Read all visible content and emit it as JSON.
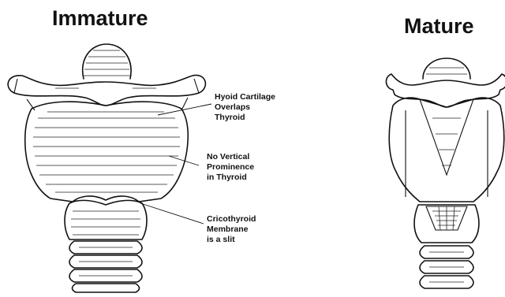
{
  "figure": {
    "immature_title": "Immature",
    "mature_title": "Mature"
  },
  "annotations": {
    "hyoid": [
      "Hyoid Cartilage",
      "Overlaps",
      "Thyroid"
    ],
    "prominence": [
      "No Vertical",
      "Prominence",
      "in Thyroid"
    ],
    "membrane": [
      "Cricothyroid",
      "Membrane",
      "is a slit"
    ]
  }
}
